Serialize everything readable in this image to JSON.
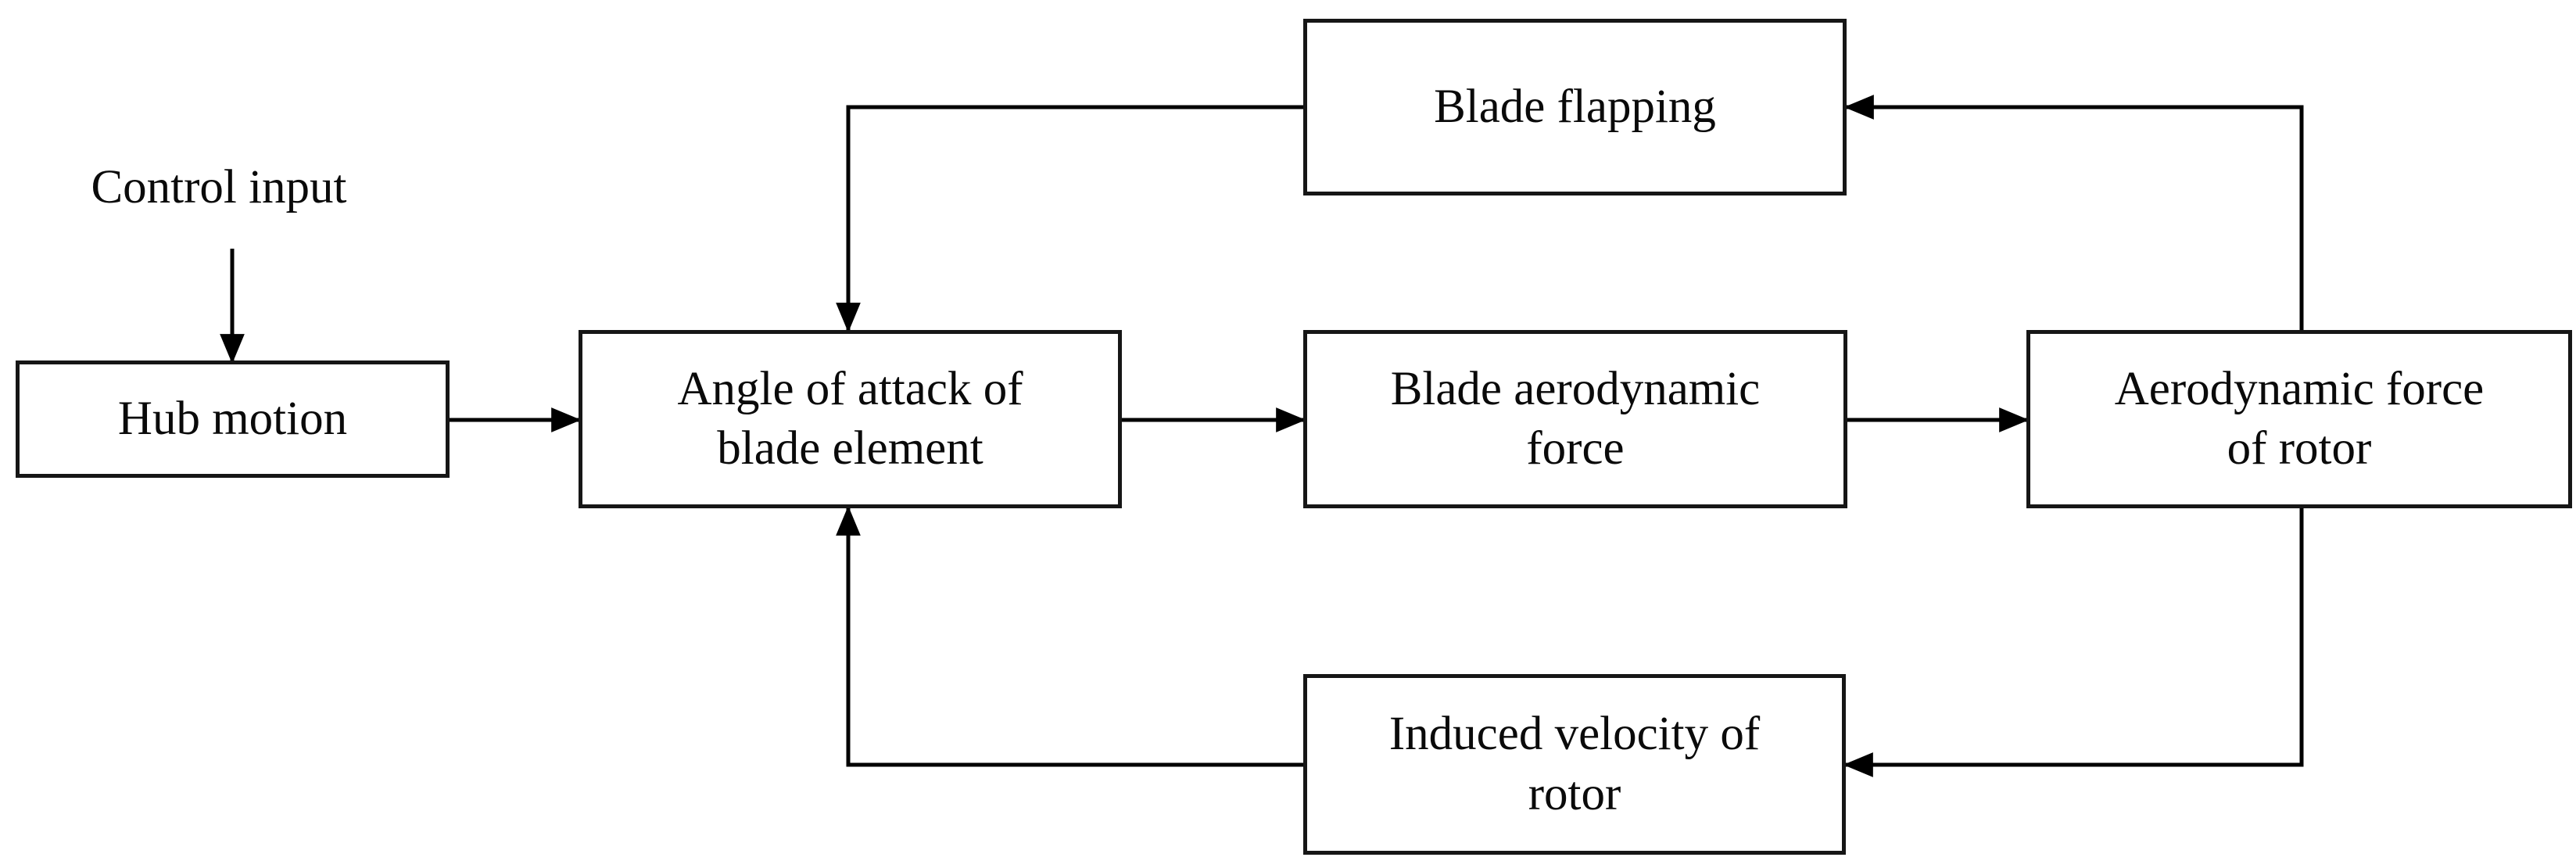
{
  "diagram": {
    "background_color": "#ffffff",
    "line_color": "#000000",
    "text_color": "#0a0a0a",
    "nodes": {
      "control_input": {
        "label": "Control input",
        "shape": "plain-text"
      },
      "hub_motion": {
        "label": "Hub motion",
        "shape": "rect"
      },
      "angle_of_attack": {
        "label": "Angle of attack of\nblade element",
        "shape": "rect"
      },
      "blade_aero_force": {
        "label": "Blade aerodynamic\nforce",
        "shape": "rect"
      },
      "aero_force_rotor": {
        "label": "Aerodynamic force\nof rotor",
        "shape": "rect"
      },
      "blade_flapping": {
        "label": "Blade flapping",
        "shape": "rect"
      },
      "induced_velocity": {
        "label": "Induced velocity of\nrotor",
        "shape": "rect"
      }
    },
    "edges": [
      {
        "from": "control_input",
        "to": "hub_motion"
      },
      {
        "from": "hub_motion",
        "to": "angle_of_attack"
      },
      {
        "from": "angle_of_attack",
        "to": "blade_aero_force"
      },
      {
        "from": "blade_aero_force",
        "to": "aero_force_rotor"
      },
      {
        "from": "aero_force_rotor",
        "to": "blade_flapping"
      },
      {
        "from": "blade_flapping",
        "to": "angle_of_attack"
      },
      {
        "from": "aero_force_rotor",
        "to": "induced_velocity"
      },
      {
        "from": "induced_velocity",
        "to": "angle_of_attack"
      }
    ]
  }
}
